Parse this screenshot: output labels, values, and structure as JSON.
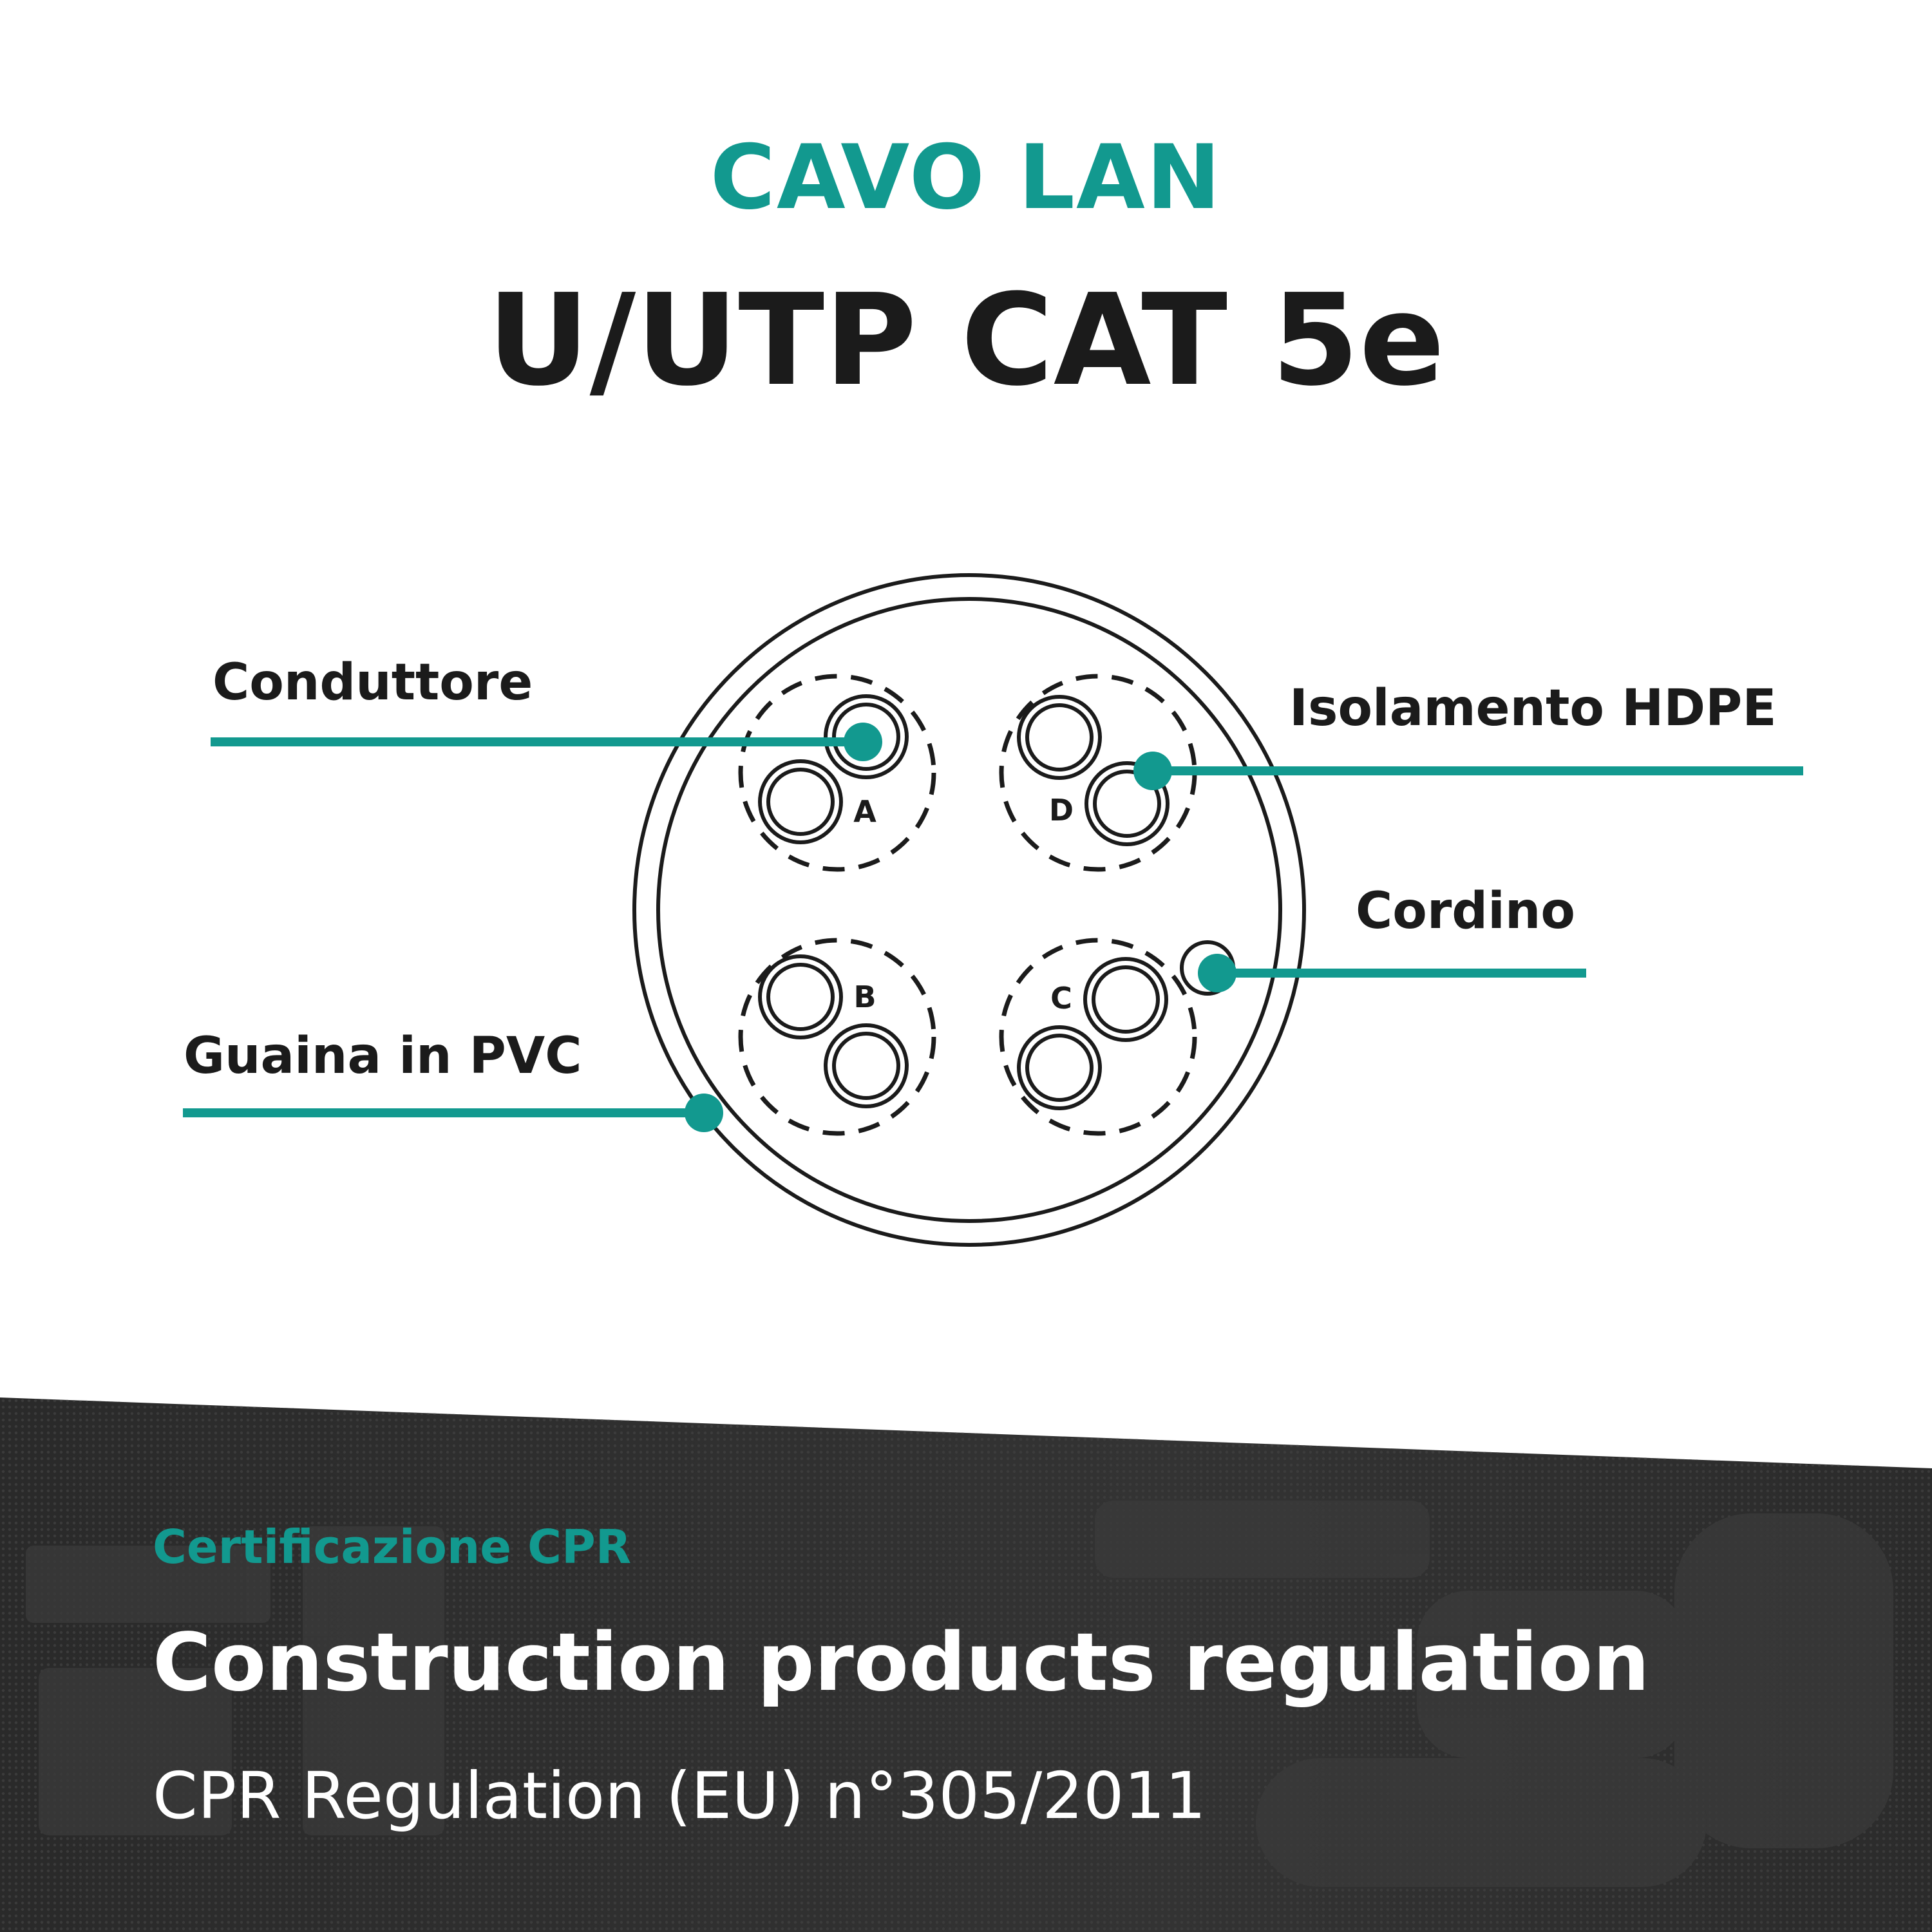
{
  "header": {
    "kicker": "CAVO LAN",
    "title": "U/UTP CAT 5e"
  },
  "diagram": {
    "callouts": {
      "conductor": "Conduttore",
      "insulation": "Isolamento HDPE",
      "ripcord": "Cordino",
      "sheath": "Guaina in PVC"
    },
    "pairs": [
      "A",
      "B",
      "C",
      "D"
    ]
  },
  "footer": {
    "certification": "Certificazione CPR",
    "headline": "Construction products regulation",
    "regulation": "CPR Regulation (EU) n°305/2011"
  },
  "colors": {
    "accent": "#12998f",
    "text": "#1b1b1b",
    "footer_background": "#2e2e2e"
  }
}
